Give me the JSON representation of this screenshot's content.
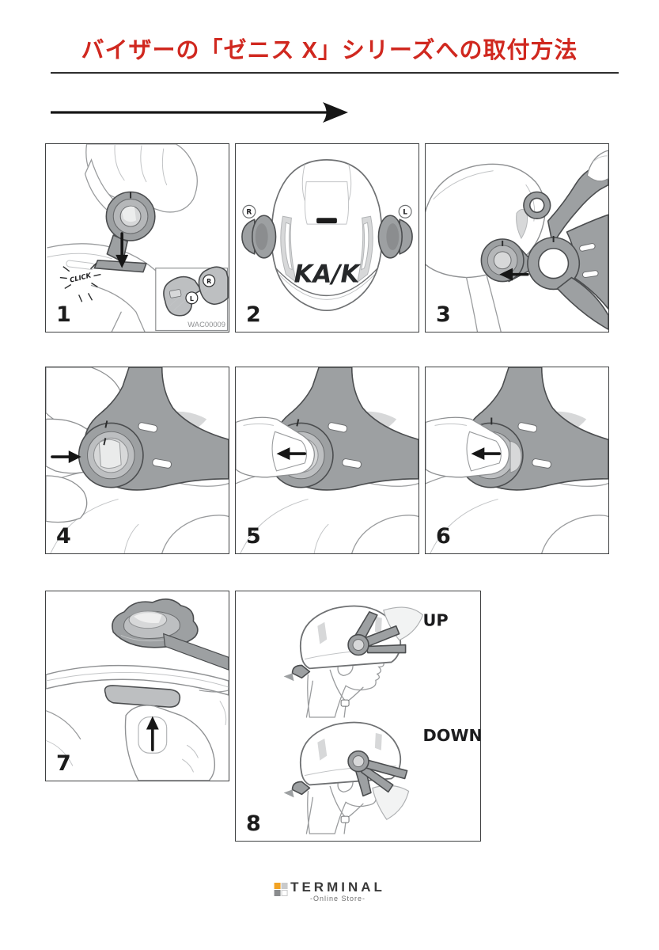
{
  "title": {
    "text": "バイザーの「ゼニス X」シリーズへの取付方法"
  },
  "colors": {
    "title_red": "#d0281f",
    "underline": "#2e2e2e",
    "ink": "#1b1b1b",
    "panel_border": "#3f4142",
    "illustration_gray": "#9da0a2",
    "code_gray": "#8f9193",
    "logo_orange": "#f2a324",
    "logo_text": "#3a3a3a"
  },
  "steps": [
    {
      "number": "1"
    },
    {
      "number": "2"
    },
    {
      "number": "3"
    },
    {
      "number": "4"
    },
    {
      "number": "5"
    },
    {
      "number": "6"
    },
    {
      "number": "7"
    },
    {
      "number": "8"
    }
  ],
  "panel1": {
    "click_label": "CLICK",
    "inset_code": "WAC00009",
    "left_mark": "L",
    "right_mark": "R"
  },
  "panel2": {
    "brand": "KA/K",
    "right_mark": "R",
    "left_mark": "L"
  },
  "panel8": {
    "up_label": "UP",
    "down_label": "DOWN"
  },
  "footer": {
    "brand": "TERMINAL",
    "tagline": "-Online Store-"
  }
}
